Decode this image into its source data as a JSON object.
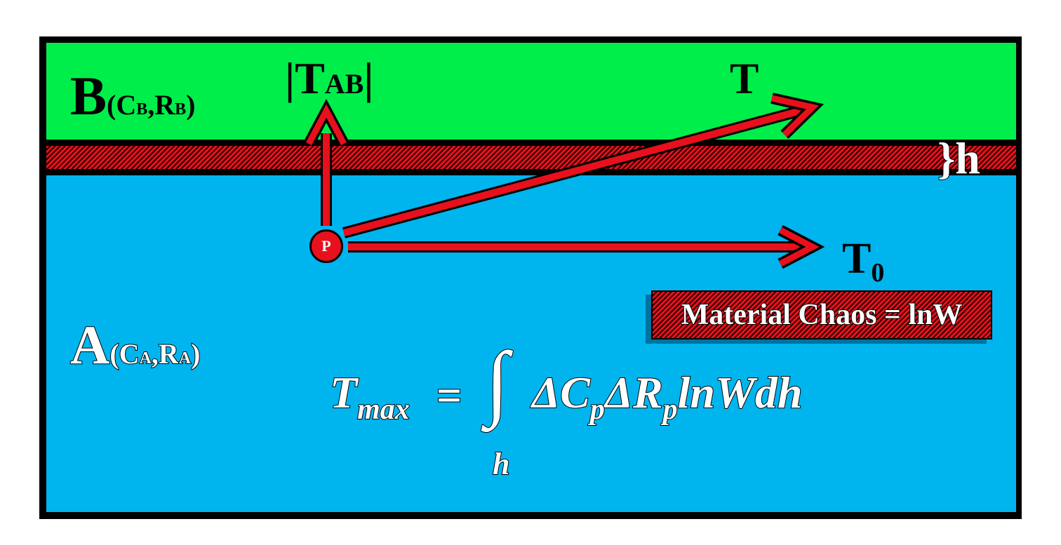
{
  "colors": {
    "layer_b": "#00ee4a",
    "layer_a": "#00b4ee",
    "interface": "#e8101c",
    "arrow": "#e8101c",
    "frame": "#000000"
  },
  "layer_b": {
    "letter": "B",
    "open": "(",
    "c": "C",
    "c_sub": "B",
    "comma": ",",
    "r": "R",
    "r_sub": "B",
    "close": ")"
  },
  "layer_a": {
    "letter": "A",
    "open": "(",
    "c": "C",
    "c_sub": "A",
    "comma": ",",
    "r": "R",
    "r_sub": "A",
    "close": ")"
  },
  "vectors": {
    "t_ab": {
      "bar_left": "|",
      "base": "T",
      "sub": "AB",
      "bar_right": "|"
    },
    "t": {
      "base": "T"
    },
    "t0": {
      "base": "T",
      "sub": "0"
    }
  },
  "interface": {
    "brace": "}",
    "label": "h"
  },
  "point": {
    "label": "P"
  },
  "chaos_box": {
    "text": "Material Chaos = lnW"
  },
  "formula": {
    "lhs": "T",
    "lhs_sub": "max",
    "eq": "=",
    "integral": "∫",
    "body_1": "ΔC",
    "sub_1": "p",
    "body_2": "ΔR",
    "sub_2": "p",
    "body_3": "lnWdh",
    "limit": "h"
  }
}
